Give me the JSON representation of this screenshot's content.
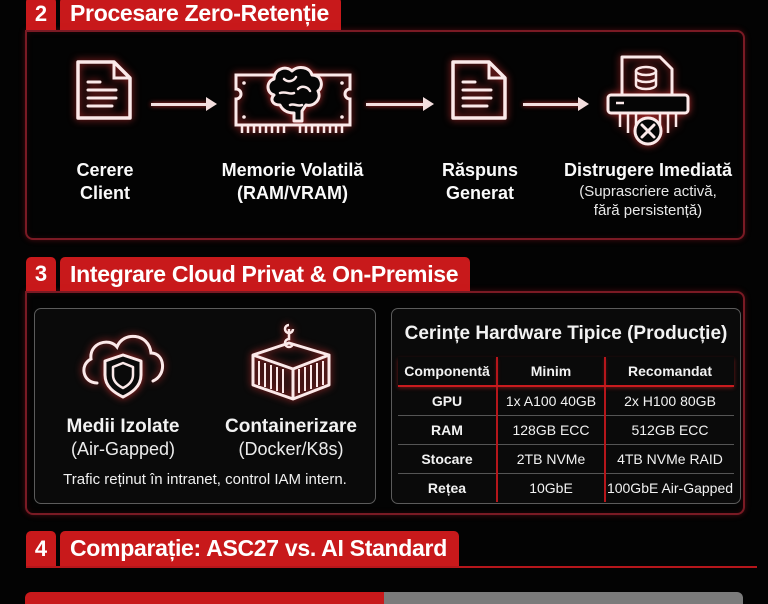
{
  "section2": {
    "number": "2",
    "title": "Procesare Zero-Retenție",
    "steps": [
      {
        "icon": "document-icon",
        "label_line1": "Cerere",
        "label_line2": "Client"
      },
      {
        "icon": "brain-memory-icon",
        "label_line1": "Memorie Volatilă",
        "label_line2": "(RAM/VRAM)"
      },
      {
        "icon": "document-icon",
        "label_line1": "Răspuns",
        "label_line2": "Generat"
      },
      {
        "icon": "shredder-icon",
        "label_line1": "Distrugere Imediată",
        "sub_line1": "(Suprascriere activă,",
        "sub_line2": "fără persistență)"
      }
    ]
  },
  "section3": {
    "number": "3",
    "title": "Integrare Cloud Privat & On-Premise",
    "left_card": {
      "items": [
        {
          "icon": "cloud-shield-icon",
          "label": "Medii Izolate",
          "sub": "(Air-Gapped)"
        },
        {
          "icon": "container-icon",
          "label": "Containerizare",
          "sub": "(Docker/K8s)"
        }
      ],
      "note": "Trafic reținut în intranet, control IAM intern."
    },
    "hardware": {
      "title": "Cerințe Hardware Tipice (Producție)",
      "columns": [
        "Componentă",
        "Minim",
        "Recomandat"
      ],
      "rows": [
        [
          "GPU",
          "1x A100 40GB",
          "2x H100 80GB"
        ],
        [
          "RAM",
          "128GB ECC",
          "512GB ECC"
        ],
        [
          "Stocare",
          "2TB NVMe",
          "4TB NVMe RAID"
        ],
        [
          "Rețea",
          "10GbE",
          "100GbE Air-Gapped"
        ]
      ]
    }
  },
  "section4": {
    "number": "4",
    "title": "Comparație: ASC27 vs. AI Standard"
  },
  "colors": {
    "accent": "#c8191b",
    "frame": "#7a1a24",
    "background": "#030303",
    "gray_tab": "#7b7b7b"
  }
}
